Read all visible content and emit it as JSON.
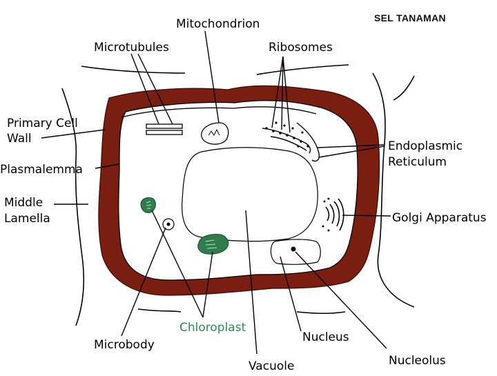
{
  "title": "SEL TANAMAN",
  "labels": {
    "mitochondrion": "Mitochondrion",
    "microtubules": "Microtubules",
    "ribosomes": "Ribosomes",
    "primary_cell_wall_1": "Primary Cell",
    "primary_cell_wall_2": "Wall",
    "plasmalemma": "Plasmalemma",
    "middle_lamella_1": "Middle",
    "middle_lamella_2": "Lamella",
    "endoplasmic_reticulum_1": "Endoplasmic",
    "endoplasmic_reticulum_2": "Reticulum",
    "golgi_apparatus": "Golgi Apparatus",
    "chloroplast": "Chloroplast",
    "microbody": "Microbody",
    "nucleus": "Nucleus",
    "vacuole": "Vacuole",
    "nucleolus": "Nucleolus"
  },
  "colors": {
    "cell_wall": "#7b1e12",
    "chloroplast": "#2f7d4c",
    "chloroplast_label": "#2e8b57",
    "line": "#000000"
  }
}
